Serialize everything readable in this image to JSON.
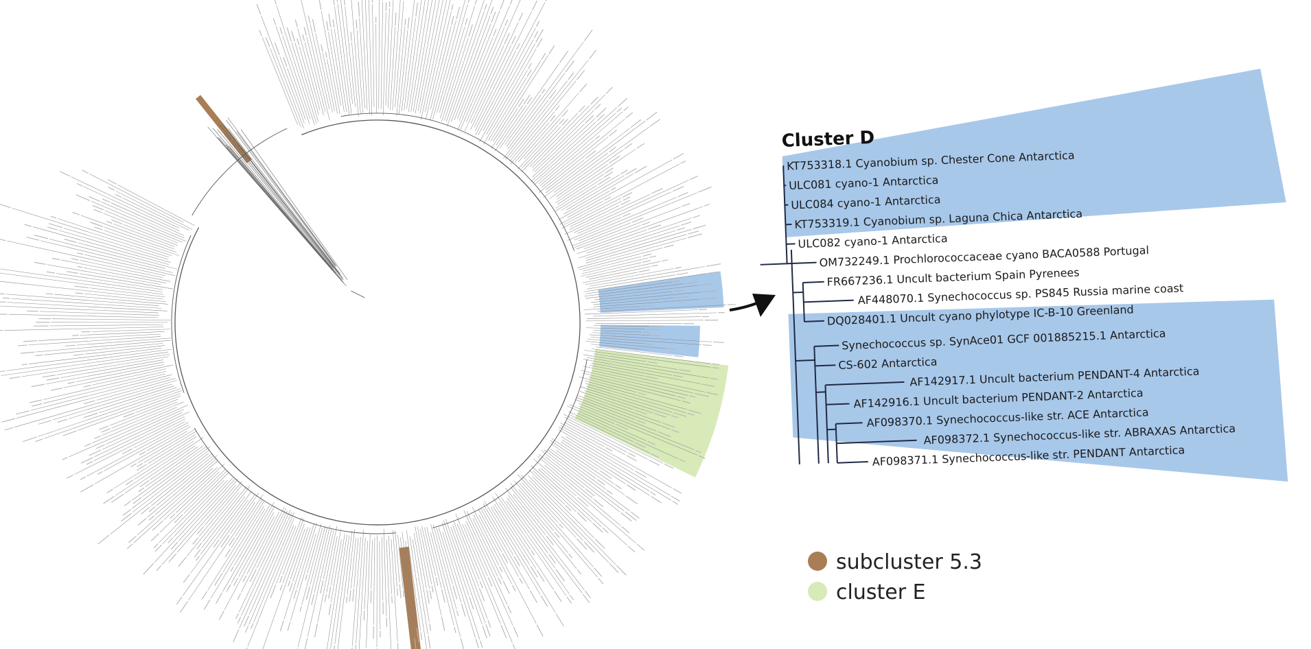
{
  "colors": {
    "cluster_d": "#a8c8ea",
    "cluster_e": "#d7eab8",
    "subcluster_53": "#a97d55",
    "tree_line": "#555555",
    "branch_line": "#1f2a44"
  },
  "detail": {
    "title": "Cluster D",
    "leaves": [
      "KT753318.1 Cyanobium sp. Chester Cone Antarctica",
      "ULC081 cyano-1 Antarctica",
      "ULC084 cyano-1 Antarctica",
      "KT753319.1 Cyanobium sp. Laguna Chica Antarctica",
      "ULC082 cyano-1 Antarctica",
      "OM732249.1 Prochlorococcaceae cyano BACA0588 Portugal",
      "FR667236.1 Uncult bacterium Spain Pyrenees",
      "AF448070.1 Synechococcus sp. PS845 Russia marine coast",
      "DQ028401.1 Uncult cyano phylotype IC-B-10 Greenland",
      "Synechococcus sp. SynAce01 GCF 001885215.1 Antarctica",
      "CS-602 Antarctica",
      "AF142917.1 Uncult bacterium PENDANT-4 Antarctica",
      "AF142916.1 Uncult bacterium PENDANT-2 Antarctica",
      "AF098370.1 Synechococcus-like str. ACE Antarctica",
      "AF098372.1 Synechococcus-like str. ABRAXAS Antarctica",
      "AF098371.1 Synechococcus-like str. PENDANT Antarctica"
    ]
  },
  "legend": {
    "items": [
      {
        "label": "subcluster 5.3",
        "color": "#a97d55"
      },
      {
        "label": "cluster E",
        "color": "#d7eab8"
      }
    ]
  }
}
